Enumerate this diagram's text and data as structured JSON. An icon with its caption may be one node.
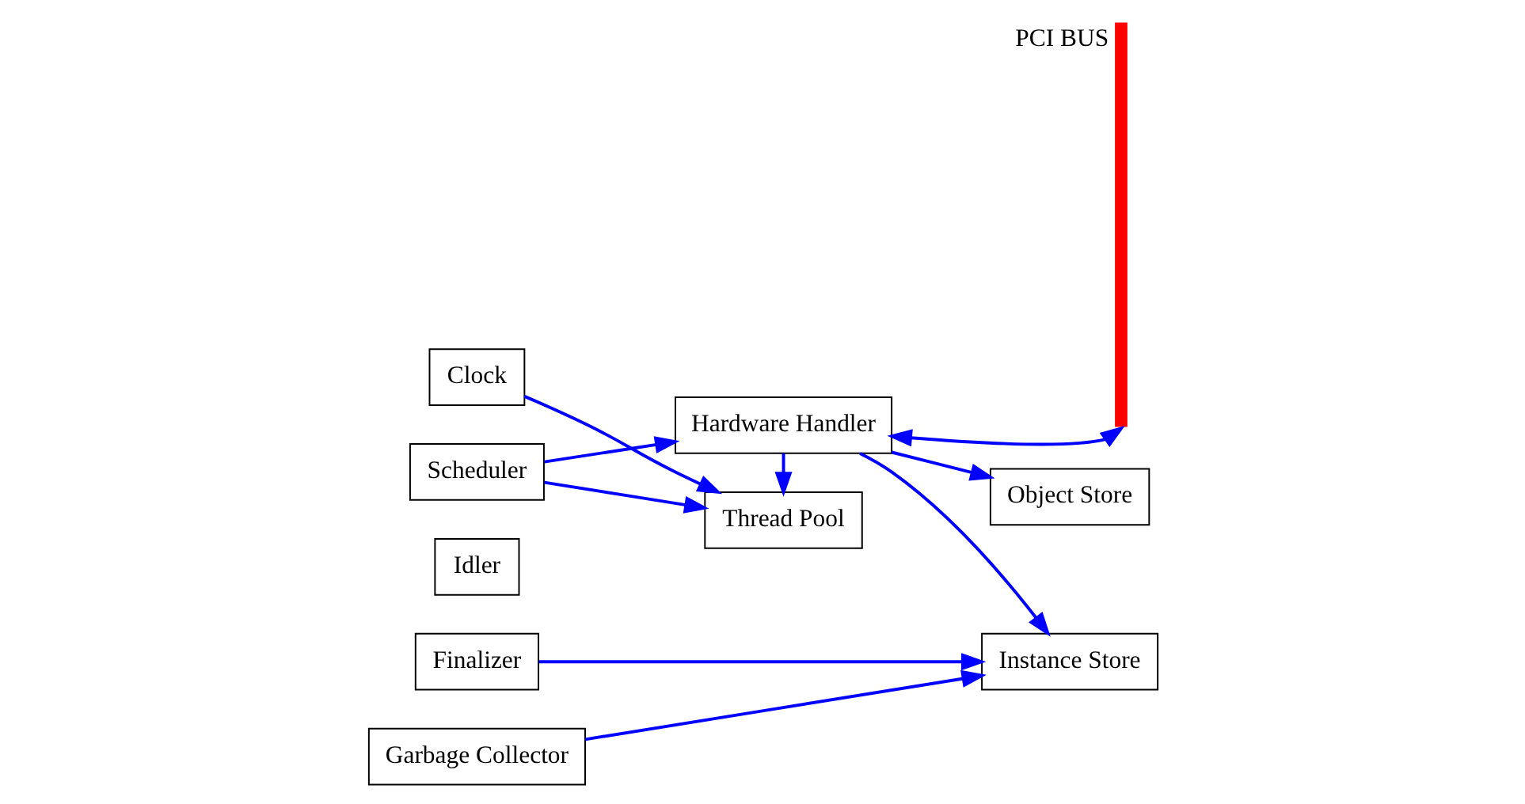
{
  "diagram": {
    "nodes": [
      {
        "text": [
          "Clock"
        ]
      },
      {
        "text": [
          "Scheduler"
        ]
      },
      {
        "text": [
          "Idler"
        ]
      },
      {
        "text": [
          "Finalizer"
        ]
      },
      {
        "text": [
          "Garbage Collector"
        ]
      },
      {
        "text": [
          "Thread Pool"
        ]
      },
      {
        "text": [
          "Hardware Handler"
        ]
      },
      {
        "text": [
          "Instance Store"
        ]
      },
      {
        "text": [
          "Object Store"
        ]
      },
      {
        "text": [
          "PCI BUS"
        ]
      }
    ],
    "edges": [
      {
        "from": 0,
        "to": 5,
        "arrow": "to"
      },
      {
        "from": 1,
        "to": 5,
        "arrow": "to"
      },
      {
        "from": 1,
        "to": 6,
        "arrow": "to"
      },
      {
        "from": 6,
        "to": 5,
        "arrow": "to"
      },
      {
        "from": 6,
        "to": 7,
        "arrow": "to"
      },
      {
        "from": 6,
        "to": 8,
        "arrow": "to"
      },
      {
        "from": 6,
        "to": 9,
        "arrow": "both"
      },
      {
        "from": 3,
        "to": 7,
        "arrow": "to"
      },
      {
        "from": 4,
        "to": 7,
        "arrow": "to"
      }
    ]
  }
}
